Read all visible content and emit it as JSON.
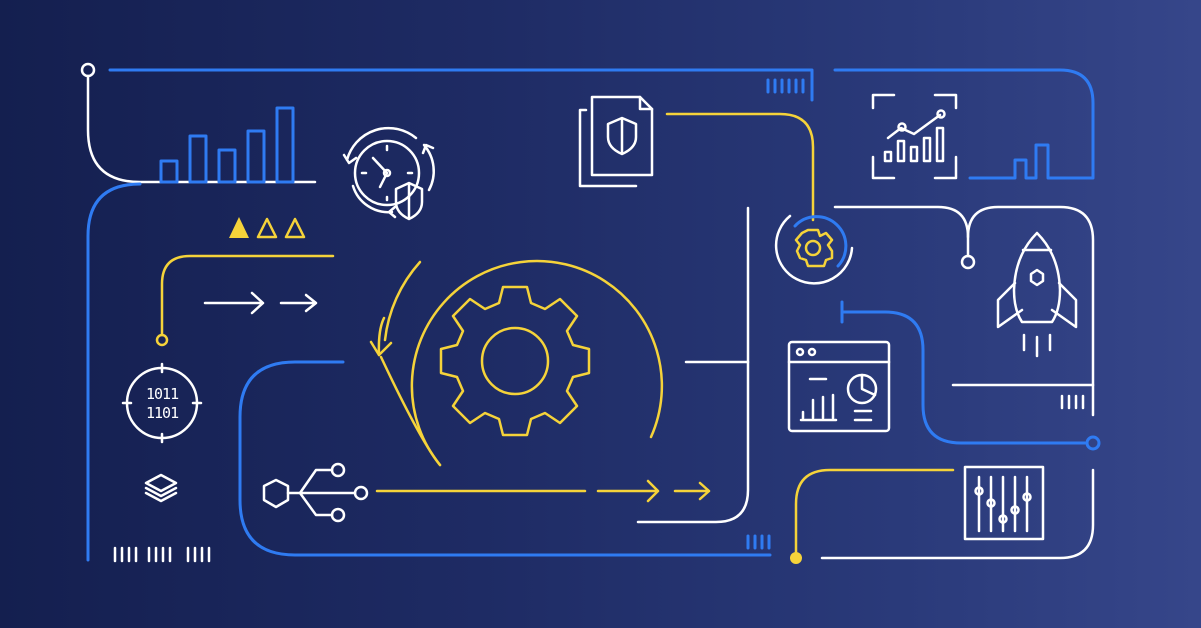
{
  "illustration": {
    "title": "Automation / DevOps workflow illustration",
    "binary_icon": {
      "line1": "1011",
      "line2": "1101"
    },
    "colors": {
      "background_start": "#141f4f",
      "background_end": "#36468a",
      "line_white": "#ffffff",
      "line_blue": "#2f7bf2",
      "line_yellow": "#f5d33a"
    },
    "icons": [
      "bar-chart-icon",
      "clock-shield-icon",
      "document-shield-icon",
      "analytics-chart-icon",
      "gear-cycle-icon",
      "small-gear-icon",
      "rocket-icon",
      "dashboard-window-icon",
      "binary-target-icon",
      "layers-icon",
      "hexagon-branch-icon",
      "sliders-icon",
      "triangles-icon",
      "arrows-icon"
    ]
  }
}
